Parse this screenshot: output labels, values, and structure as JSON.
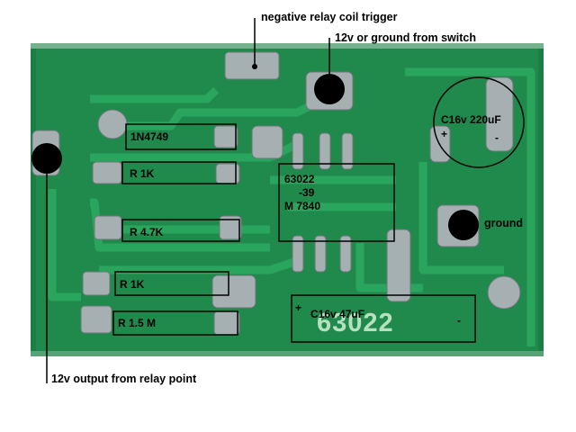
{
  "annotations": {
    "relay_trigger": "negative relay coil trigger",
    "switch_input": "12v or ground from switch",
    "ground": "ground",
    "output": "12v output from relay point"
  },
  "components": {
    "diode": "1N4749",
    "r1": "R 1K",
    "r2": "R 4.7K",
    "r3": "R 1K",
    "r4": "R 1.5 M",
    "ic_line1": "63022",
    "ic_line2": "-39",
    "ic_line3": "M 7840",
    "cap_large": "C16v 220uF",
    "cap_large_polarity": "+",
    "cap_large_minus": "-",
    "cap_small": "C16v 47uF",
    "cap_small_polarity": "+",
    "cap_small_minus": "-"
  },
  "board_marking": "63022",
  "colors": {
    "pcb": "#1f8a4c",
    "pcb_dark": "#16703c",
    "trace": "#2aa35c",
    "pad": "#9aa3a6",
    "outline": "#000000"
  }
}
